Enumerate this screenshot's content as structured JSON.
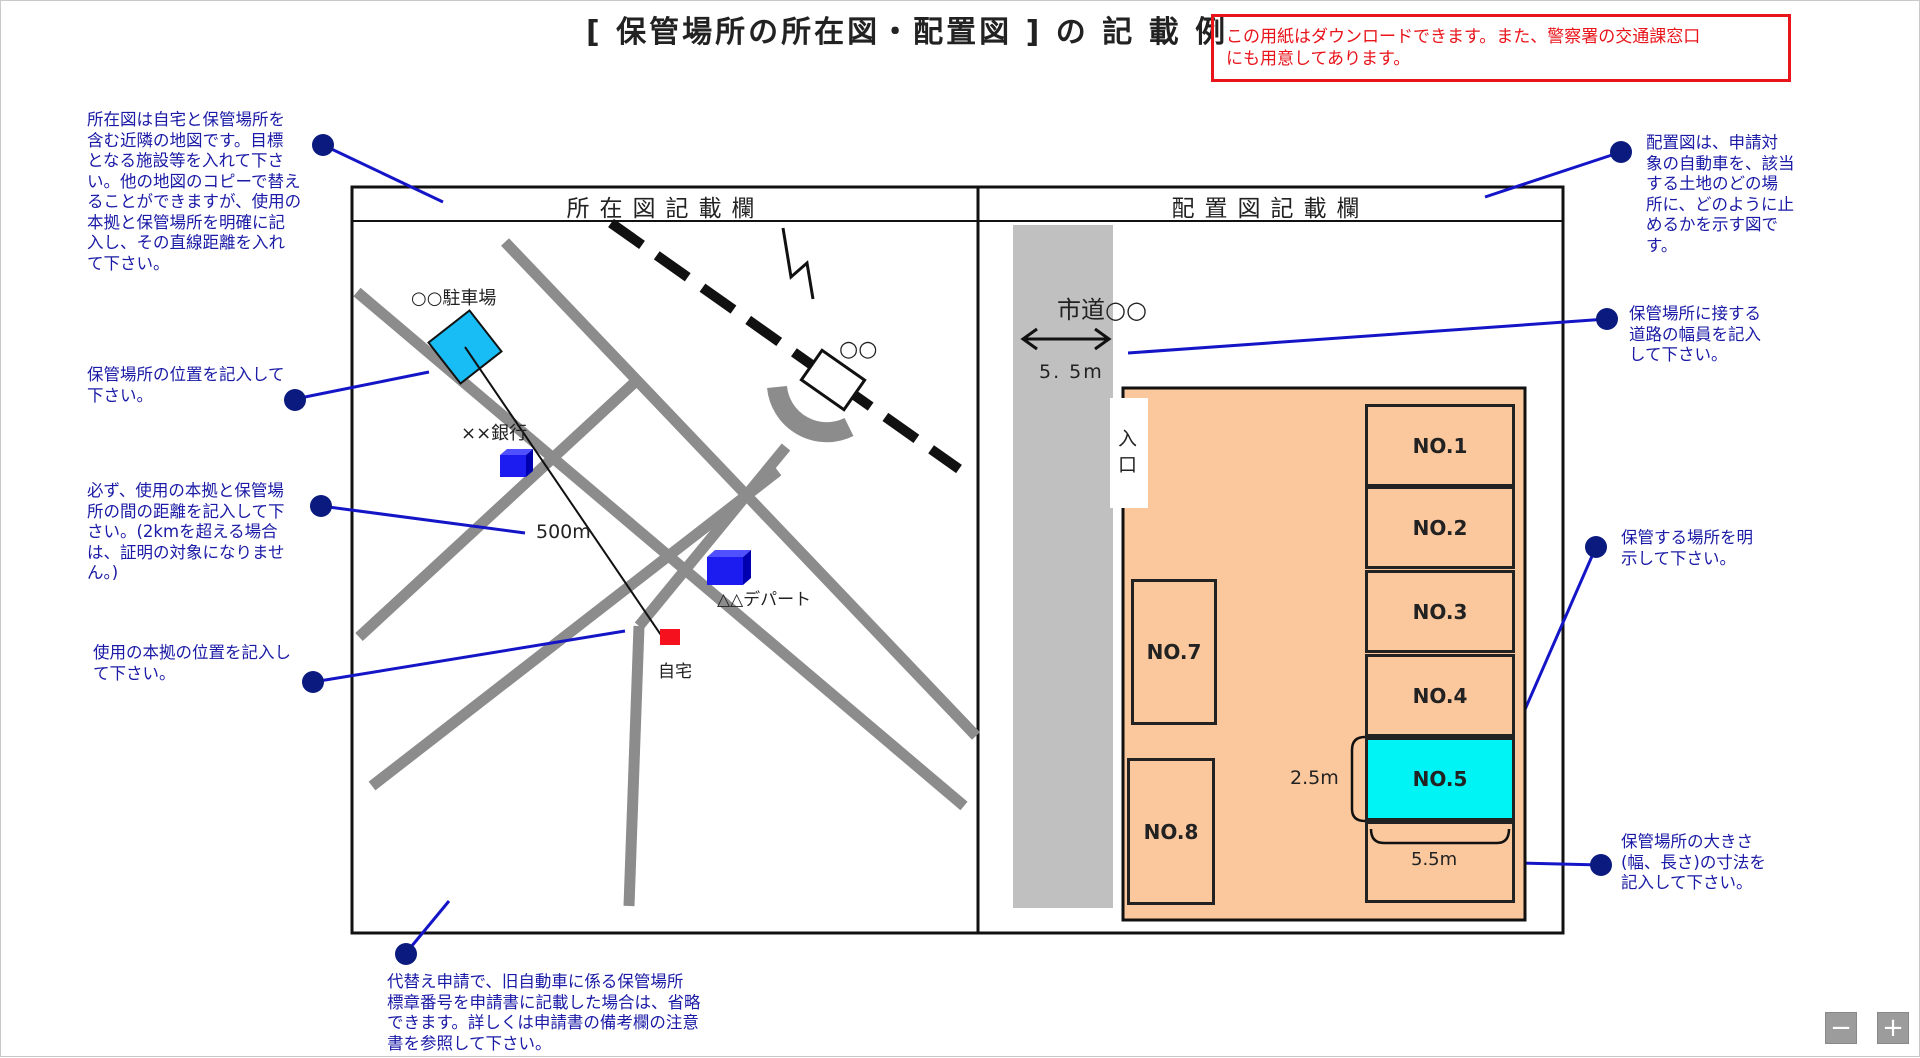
{
  "title": "[ 保管場所の所在図・配置図 ] の 記 載 例",
  "notice": "この用紙はダウンロードできます。また、警察署の交通課窓口\nにも用意してあります。",
  "headers": {
    "location_map": "所在図記載欄",
    "layout_map": "配置図記載欄"
  },
  "notes": {
    "location_map": "所在図は自宅と保管場所を\n含む近隣の地図です。目標\nとなる施設等を入れて下さ\nい。他の地図のコピーで替え\nることができますが、使用の\n本拠と保管場所を明確に記\n入し、その直線距離を入れ\nて下さい。",
    "parking_position": "保管場所の位置を記入して\n下さい。",
    "distance": "必ず、使用の本拠と保管場\n所の間の距離を記入して下\nさい。(2kmを超える場合\nは、証明の対象になりませ\nん。)",
    "home_position": "使用の本拠の位置を記入し\nて下さい。",
    "replacement": "代替え申請で、旧自動車に係る保管場所\n標章番号を申請書に記載した場合は、省略\nできます。詳しくは申請書の備考欄の注意\n書を参照して下さい。",
    "layout": "配置図は、申請対\n象の自動車を、該当\nする土地のどの場\n所に、どのように止\nめるかを示す図で\nす。",
    "road_width": "保管場所に接する\n道路の幅員を記入\nして下さい。",
    "spot": "保管する場所を明\n示して下さい。",
    "size": "保管場所の大きさ\n(幅、長さ)の寸法を\n記入して下さい。"
  },
  "location_map": {
    "parking_label": "○○駐車場",
    "bank_label": "××銀行",
    "distance_label": "500m",
    "department_label": "△△デパート",
    "home_label": "自宅",
    "station_label": "○○"
  },
  "layout_map": {
    "road_label": "市道○○",
    "road_width": "5. 5m",
    "entrance": "入口",
    "slots": [
      "NO.1",
      "NO.2",
      "NO.3",
      "NO.4",
      "NO.5",
      "NO.7",
      "NO.8"
    ],
    "selected_slot": "NO.5",
    "dim_width": "2.5m",
    "dim_length": "5.5m"
  },
  "zoom": {
    "minus": "−",
    "plus": "+"
  },
  "colors": {
    "note_text": "#1a1aa6",
    "marker": "#0b1a7e",
    "notice": "#e8141a",
    "road": "#8c8c8c",
    "lot": "#fbc89d",
    "selected": "#00f3f5"
  }
}
